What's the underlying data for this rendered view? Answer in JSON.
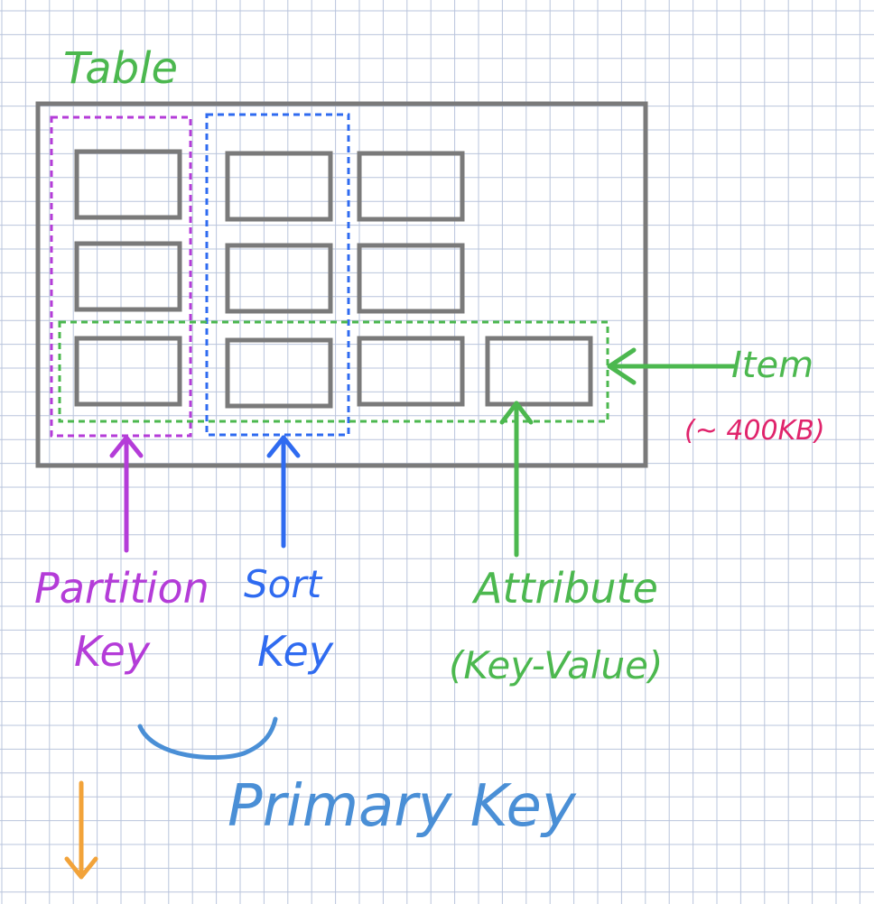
{
  "colors": {
    "grid": "#b9c4dc",
    "table_border": "#7a7a7a",
    "partition": "#b43cd8",
    "sort": "#2f6bf0",
    "item": "#4cb84f",
    "size_note": "#e0246c",
    "primary": "#4a8fd6",
    "down_arrow": "#f2a33a"
  },
  "labels": {
    "table": "Table",
    "item": "Item",
    "item_size": "(~ 400KB)",
    "partition_line1": "Partition",
    "partition_line2": "Key",
    "sort_line1": "Sort",
    "sort_line2": "Key",
    "attribute_line1": "Attribute",
    "attribute_line2": "(Key-Value)",
    "primary_key": "Primary Key"
  },
  "icons": {
    "right_arrow": "arrow-left-icon",
    "up_arrow": "arrow-up-icon",
    "down_arrow": "arrow-down-icon"
  }
}
